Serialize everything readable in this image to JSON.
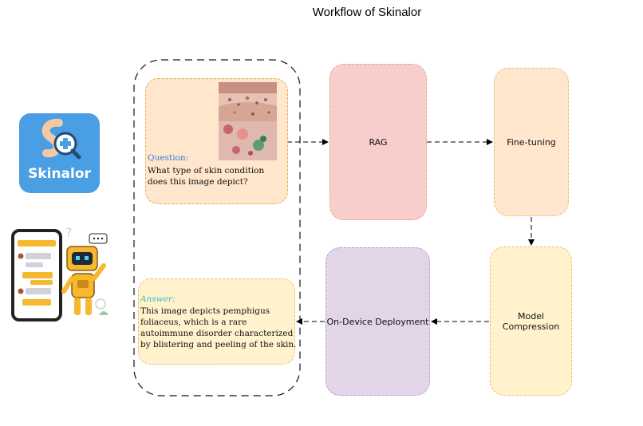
{
  "diagram": {
    "title": "Workflow of Skinalor",
    "logo": {
      "name": "Skinalor",
      "icon": "skin-search-logo-icon",
      "color": "#4a9ee3"
    },
    "illustration": {
      "icon": "robot-phone-chat-illustration"
    },
    "question": {
      "label": "Question:",
      "text": "What type of skin condition does this image depict?",
      "images": [
        "skin-lesion-photo-icon",
        "skin-lesion-closeup-photo-icon"
      ]
    },
    "answer": {
      "label": "Answer:",
      "text": "This image depicts pemphigus foliaceus, which is a rare autoimmune disorder characterized by blistering and peeling of the skin."
    },
    "nodes": {
      "rag": "RAG",
      "fine_tuning": "Fine-tuning",
      "model_compression": "Model Compression",
      "on_device_deployment": "On-Device Deployment"
    },
    "colors": {
      "rag": "#f8cecc",
      "fine_tuning": "#ffe6cc",
      "model_compression": "#fff2cc",
      "on_device_deployment": "#e1d5e7",
      "question_box": "#ffe6cc",
      "answer_box": "#fff2cc"
    }
  }
}
